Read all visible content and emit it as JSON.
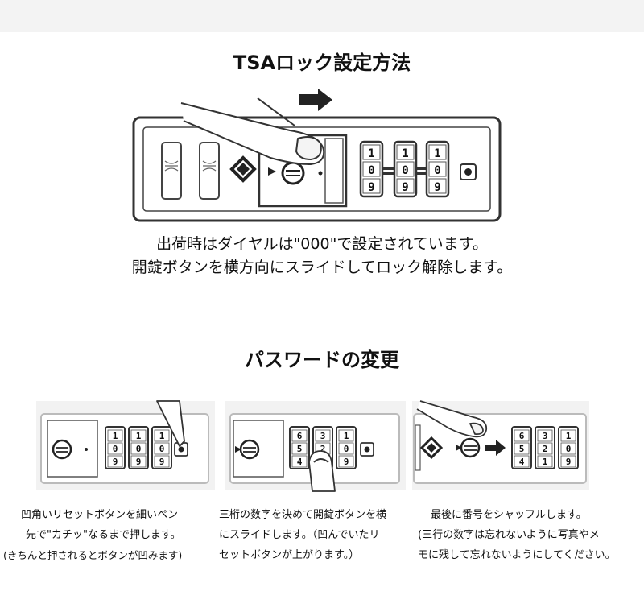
{
  "title": "TSAロック設定方法",
  "setup": {
    "line1": "出荷時はダイヤルは\"000\"で設定されています。",
    "line2": "開錠ボタンを横方向にスライドしてロック解除します。",
    "dials": [
      [
        "1",
        "0",
        "9"
      ],
      [
        "1",
        "0",
        "9"
      ],
      [
        "1",
        "0",
        "9"
      ]
    ]
  },
  "change_title": "パスワードの変更",
  "steps": [
    {
      "lines": [
        "凹角いリセットボタンを細いペン",
        "先で\"カチッ\"なるまで押します。",
        "(きちんと押されるとボタンが凹みます)"
      ],
      "dials": [
        [
          "1",
          "0",
          "9"
        ],
        [
          "1",
          "0",
          "9"
        ],
        [
          "1",
          "0",
          "9"
        ]
      ]
    },
    {
      "lines": [
        "三桁の数字を決めて開錠ボタンを横",
        "にスライドします。（凹んでいたリ",
        "セットボタンが上がります。）"
      ],
      "dials": [
        [
          "6",
          "5",
          "4"
        ],
        [
          "3",
          "2",
          "1"
        ],
        [
          "1",
          "0",
          "9"
        ]
      ]
    },
    {
      "lines": [
        "最後に番号をシャッフルします。",
        "(三行の数字は忘れないように写真やメ",
        "モに残して忘れないようにしてください。"
      ],
      "dials": [
        [
          "6",
          "5",
          "4"
        ],
        [
          "3",
          "2",
          "1"
        ],
        [
          "1",
          "0",
          "9"
        ]
      ]
    }
  ]
}
